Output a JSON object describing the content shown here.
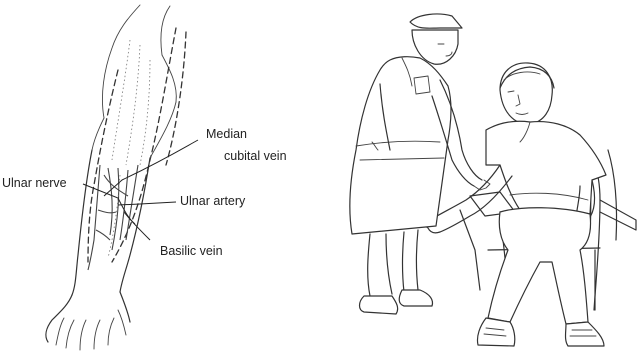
{
  "labels": {
    "median_cubital_vein_line1": "Median",
    "median_cubital_vein_line2": "cubital vein",
    "ulnar_nerve": "Ulnar nerve",
    "ulnar_artery": "Ulnar artery",
    "basilic_vein": "Basilic vein"
  }
}
